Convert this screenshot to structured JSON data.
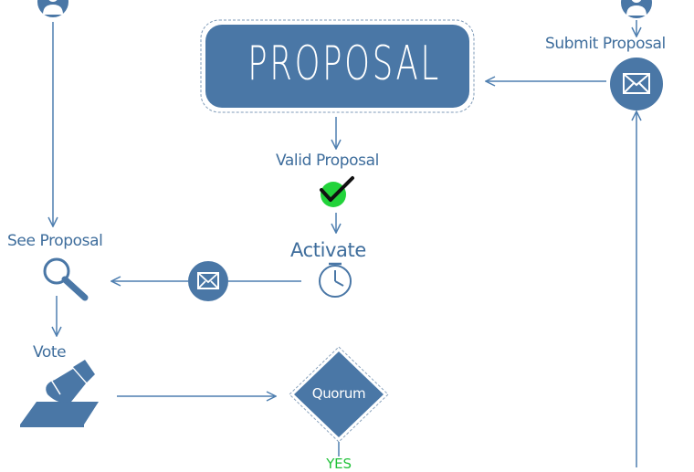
{
  "colors": {
    "primary": "#4a77a6",
    "line": "#4f7fb0",
    "label": "#3e6d9c",
    "check_bg": "#22d33a",
    "yes": "#22c23a"
  },
  "nodes": {
    "proposal": {
      "label": "PROPOSAL"
    },
    "submit": {
      "label": "Submit Proposal",
      "icon": "envelope-icon",
      "user_icon": "user-icon"
    },
    "valid": {
      "label": "Valid Proposal",
      "icon": "checkmark-icon"
    },
    "activate": {
      "label": "Activate",
      "icon": "clock-icon"
    },
    "notify": {
      "icon": "envelope-icon"
    },
    "see": {
      "label": "See Proposal",
      "icon": "magnifier-icon",
      "user_icon": "user-icon"
    },
    "vote": {
      "label": "Vote",
      "icon": "ballot-box-icon"
    },
    "quorum": {
      "label": "Quorum"
    },
    "yes": {
      "label": "YES"
    }
  }
}
